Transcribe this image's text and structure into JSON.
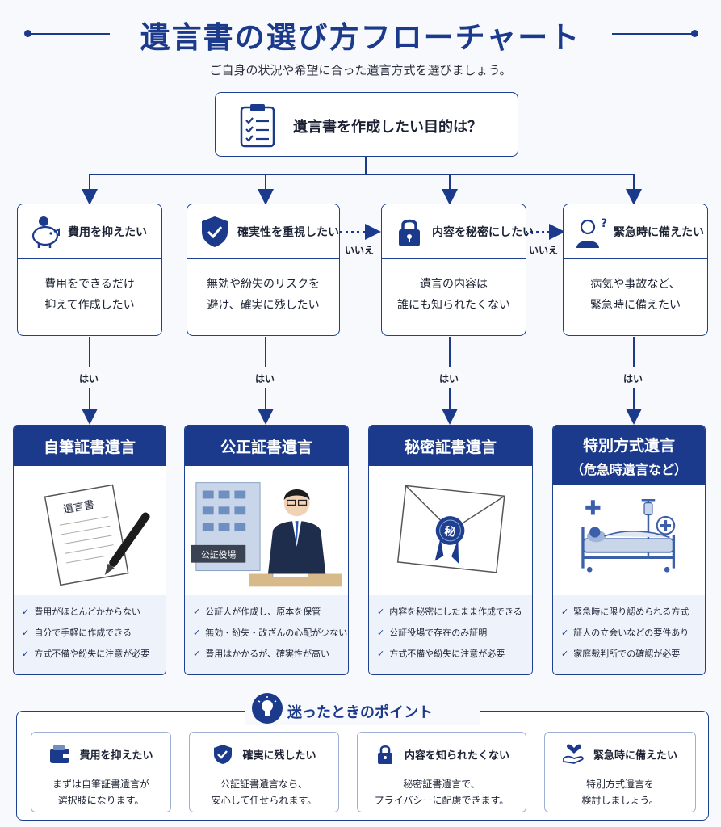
{
  "title": "遺言書の選び方フローチャート",
  "subtitle": "ご自身の状況や希望に合った遺言方式を選びましょう。",
  "question": "遺言書を作成したい目的は？",
  "colors": {
    "primary": "#1b3a8c",
    "light_bg": "#eef3fb"
  },
  "labels": {
    "no": "いいえ",
    "yes": "はい"
  },
  "purposes": [
    {
      "icon": "piggy-bank-icon",
      "label": "費用を抑えたい",
      "line1": "費用をできるだけ",
      "line2": "抑えて作成したい"
    },
    {
      "icon": "shield-check-icon",
      "label": "確実性を重視したい",
      "line1": "無効や紛失のリスクを",
      "line2": "避け、確実に残したい"
    },
    {
      "icon": "lock-icon",
      "label": "内容を秘密にしたい",
      "line1": "遺言の内容は",
      "line2": "誰にも知られたくない"
    },
    {
      "icon": "person-question-icon",
      "label": "緊急時に備えたい",
      "line1": "病気や事故など、",
      "line2": "緊急時に備えたい"
    }
  ],
  "results": [
    {
      "title": "自筆証書遺言",
      "illustration": "handwritten-will-icon",
      "doc_label": "遺言書",
      "features": [
        "費用がほとんどかからない",
        "自分で手軽に作成できる",
        "方式不備や紛失に注意が必要"
      ]
    },
    {
      "title": "公正証書遺言",
      "illustration": "notary-office-icon",
      "office_label": "公証役場",
      "features": [
        "公証人が作成し、原本を保管",
        "無効・紛失・改ざんの心配が少ない",
        "費用はかかるが、確実性が高い"
      ]
    },
    {
      "title": "秘密証書遺言",
      "illustration": "sealed-envelope-icon",
      "seal_label": "秘",
      "features": [
        "内容を秘密にしたまま作成できる",
        "公証役場で存在のみ証明",
        "方式不備や紛失に注意が必要"
      ]
    },
    {
      "title": "特別方式遺言",
      "subtitle": "（危急時遺言など）",
      "illustration": "hospital-bed-icon",
      "features": [
        "緊急時に限り認められる方式",
        "証人の立会いなどの要件あり",
        "家庭裁判所での確認が必要"
      ]
    }
  ],
  "points": {
    "title": "迷ったときのポイント",
    "items": [
      {
        "icon": "wallet-icon",
        "title": "費用を抑えたい",
        "line1": "まずは自筆証書遺言が",
        "line2": "選択肢になります。"
      },
      {
        "icon": "shield-check-icon",
        "title": "確実に残したい",
        "line1": "公証証書遺言なら、",
        "line2": "安心して任せられます。"
      },
      {
        "icon": "lock-icon",
        "title": "内容を知られたくない",
        "line1": "秘密証書遺言で、",
        "line2": "プライバシーに配慮できます。"
      },
      {
        "icon": "heart-hand-icon",
        "title": "緊急時に備えたい",
        "line1": "特別方式遺言を",
        "line2": "検討しましょう。"
      }
    ]
  }
}
